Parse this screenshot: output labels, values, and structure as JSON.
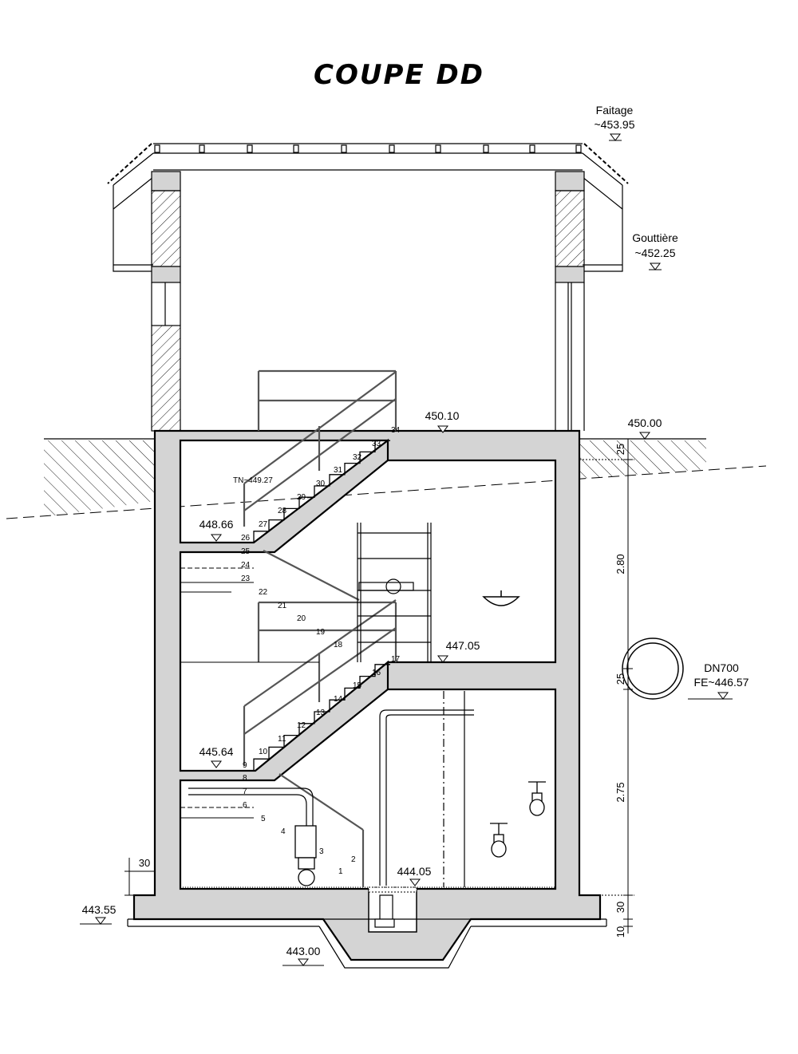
{
  "title": "COUPE DD",
  "levels": {
    "faitage_label": "Faitage",
    "faitage_value": "~453.95",
    "gouttiere_label": "Gouttière",
    "gouttiere_value": "~452.25",
    "top_slab": "450.10",
    "terrain": "450.00",
    "tn": "TN~449.27",
    "landing_upper": "448.66",
    "floor_middle": "447.05",
    "landing_lower": "445.64",
    "floor_bottom": "444.05",
    "foundation": "443.55",
    "sump_bottom": "443.00",
    "pipe_label": "DN700",
    "pipe_fe": "FE~446.57"
  },
  "dimensions": {
    "d25_top": "25",
    "d280": "2.80",
    "d25_mid": "25",
    "d275": "2.75",
    "d30_right": "30",
    "d10": "10",
    "d30_left": "30"
  },
  "steps": [
    "1",
    "2",
    "3",
    "4",
    "5",
    "6",
    "7",
    "8",
    "9",
    "10",
    "11",
    "12",
    "13",
    "14",
    "15",
    "16",
    "17",
    "18",
    "19",
    "20",
    "21",
    "22",
    "23",
    "24",
    "25",
    "26",
    "27",
    "28",
    "29",
    "30",
    "31",
    "32",
    "33",
    "34"
  ],
  "colors": {
    "concrete": "#d4d4d4",
    "line": "#000000",
    "background": "#ffffff"
  }
}
